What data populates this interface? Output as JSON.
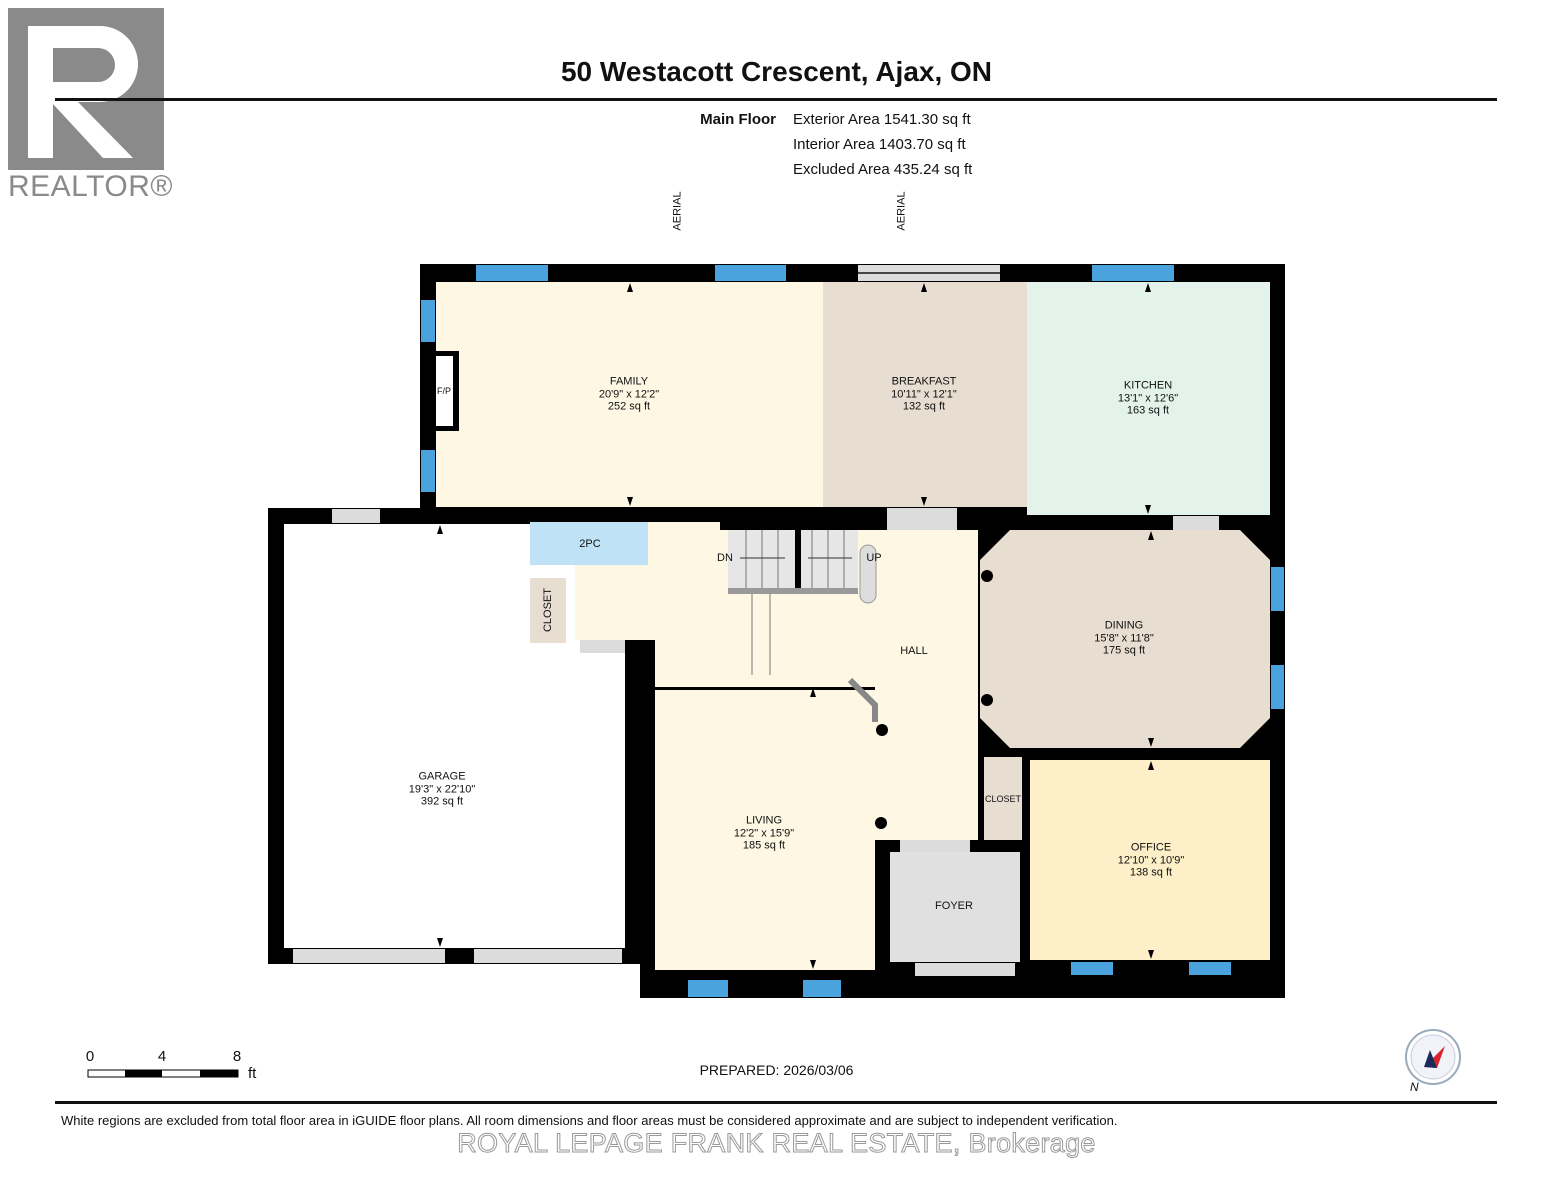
{
  "header": {
    "title": "50 Westacott Crescent, Ajax, ON"
  },
  "logo": {
    "text": "REALTOR®"
  },
  "areas": {
    "floor_label": "Main Floor",
    "exterior": "Exterior Area 1541.30 sq ft",
    "interior": "Interior Area 1403.70 sq ft",
    "excluded": "Excluded Area 435.24 sq ft"
  },
  "aerial_labels": [
    "AERIAL",
    "AERIAL"
  ],
  "rooms": {
    "family": {
      "name": "FAMILY",
      "dims": "20'9\" x 12'2\"",
      "area": "252 sq ft"
    },
    "breakfast": {
      "name": "BREAKFAST",
      "dims": "10'11\" x 12'1\"",
      "area": "132 sq ft"
    },
    "kitchen": {
      "name": "KITCHEN",
      "dims": "13'1\" x 12'6\"",
      "area": "163 sq ft"
    },
    "dining": {
      "name": "DINING",
      "dims": "15'8\" x 11'8\"",
      "area": "175 sq ft"
    },
    "garage": {
      "name": "GARAGE",
      "dims": "19'3\" x 22'10\"",
      "area": "392 sq ft"
    },
    "living": {
      "name": "LIVING",
      "dims": "12'2\" x 15'9\"",
      "area": "185 sq ft"
    },
    "office": {
      "name": "OFFICE",
      "dims": "12'10\" x 10'9\"",
      "area": "138 sq ft"
    },
    "hall": {
      "name": "HALL"
    },
    "foyer": {
      "name": "FOYER"
    },
    "bath": {
      "name": "2PC"
    },
    "closet_left": {
      "name": "CLOSET"
    },
    "closet_right": {
      "name": "CLOSET"
    },
    "fireplace": {
      "name": "F/P"
    },
    "stairs_down": {
      "name": "DN"
    },
    "stairs_up": {
      "name": "UP"
    }
  },
  "scale": {
    "ticks": [
      "0",
      "4",
      "8"
    ],
    "unit": "ft"
  },
  "prepared": "PREPARED: 2026/03/06",
  "compass": {
    "label": "N"
  },
  "disclaimer": "White regions are excluded from total floor area in iGUIDE floor plans. All room dimensions and floor areas must be considered approximate and are subject to independent verification.",
  "watermark": "ROYAL LEPAGE FRANK REAL ESTATE, Brokerage",
  "colors": {
    "wall": "#000000",
    "window": "#4aa3dc",
    "family": "#fdf7e3",
    "breakfast": "#e7ddd0",
    "kitchen": "#e3f2ea",
    "dining": "#e7ddd0",
    "office": "#fdf0c8",
    "hall": "#fdf7e3",
    "bath": "#bfe2f7",
    "foyer": "#e0e0e0",
    "closet": "#e7ddd0"
  }
}
